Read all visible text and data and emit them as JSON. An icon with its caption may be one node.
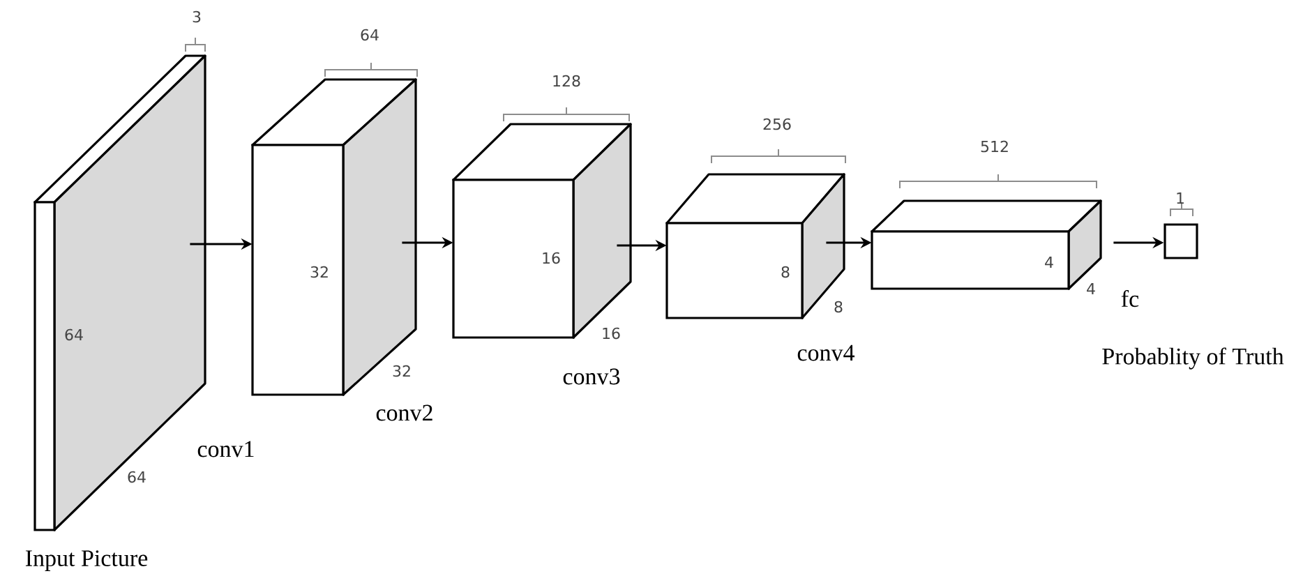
{
  "diagram": {
    "nodes": [
      {
        "text": [
          "64",
          "64"
        ],
        "beside": [
          "3",
          "Input Picture"
        ]
      },
      {
        "text": [
          "32",
          "32"
        ],
        "beside": [
          "64"
        ]
      },
      {
        "text": [
          "16",
          "16"
        ],
        "beside": [
          "128"
        ]
      },
      {
        "text": [
          "8",
          "8"
        ],
        "beside": [
          "256"
        ]
      },
      {
        "text": [
          "4",
          "4"
        ],
        "beside": [
          "512"
        ]
      },
      {
        "text": [],
        "shape": "box",
        "beside": [
          "1"
        ]
      }
    ],
    "edges": [
      {
        "from": 0,
        "to": 1,
        "arrow": "to"
      },
      {
        "from": 1,
        "to": 2,
        "arrow": "to"
      },
      {
        "from": 2,
        "to": 3,
        "arrow": "to"
      },
      {
        "from": 3,
        "to": 4,
        "arrow": "to"
      },
      {
        "from": 4,
        "to": 5,
        "arrow": "to"
      }
    ],
    "labels": [
      "conv1",
      "conv2",
      "conv3",
      "conv4",
      "fc",
      "Probablity of Truth"
    ]
  }
}
